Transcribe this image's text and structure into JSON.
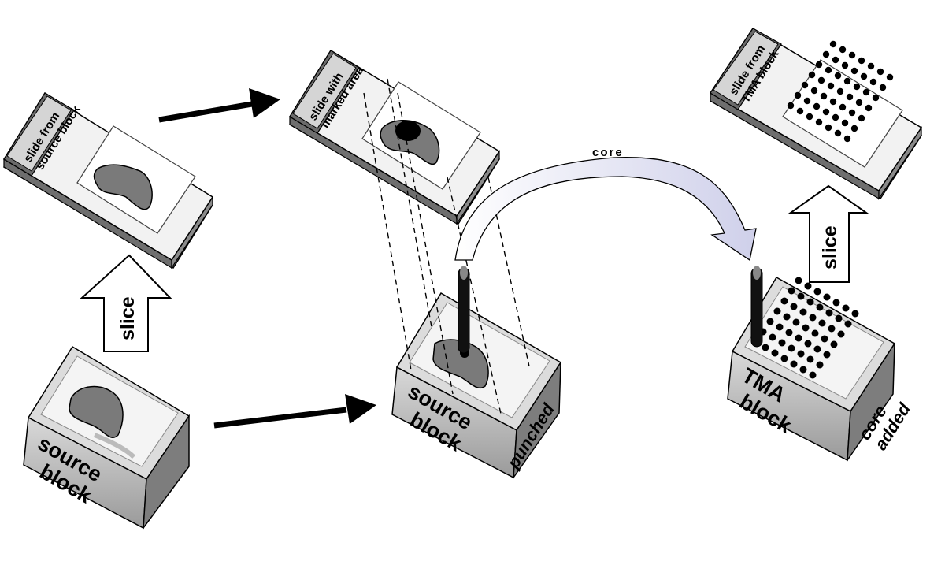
{
  "labels": {
    "slide_source": [
      "slide from",
      "source block"
    ],
    "slide_marked": [
      "slide with",
      "marked area"
    ],
    "slide_tma": [
      "slide from",
      "TMA block"
    ],
    "source_block": [
      "source",
      "block"
    ],
    "source_block_punched": [
      "source",
      "block"
    ],
    "punched": "punched",
    "tma_block": [
      "TMA",
      "block"
    ],
    "core_added": [
      "core",
      "added"
    ],
    "slice_left": "slice",
    "slice_right": "slice",
    "core": "core"
  }
}
